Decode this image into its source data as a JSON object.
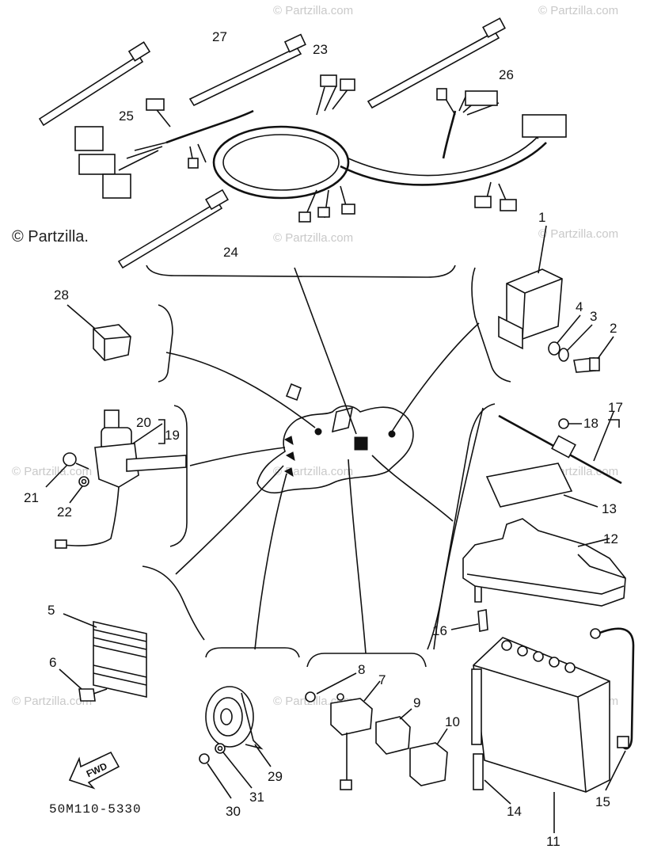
{
  "diagram": {
    "code": "50M110-5330",
    "fwd_label": "FWD",
    "watermark": "© Partzilla.com",
    "watermark_short": "© Partzilla.",
    "callouts": {
      "c1": "1",
      "c2": "2",
      "c3": "3",
      "c4": "4",
      "c5": "5",
      "c6": "6",
      "c7": "7",
      "c8": "8",
      "c9": "9",
      "c10": "10",
      "c11": "11",
      "c12": "12",
      "c13": "13",
      "c14": "14",
      "c15": "15",
      "c16": "16",
      "c17": "17",
      "c18": "18",
      "c19": "19",
      "c20": "20",
      "c21": "21",
      "c22": "22",
      "c23": "23",
      "c24": "24",
      "c25": "25",
      "c26": "26",
      "c27": "27",
      "c28": "28",
      "c29": "29",
      "c30": "30",
      "c31": "31"
    }
  }
}
